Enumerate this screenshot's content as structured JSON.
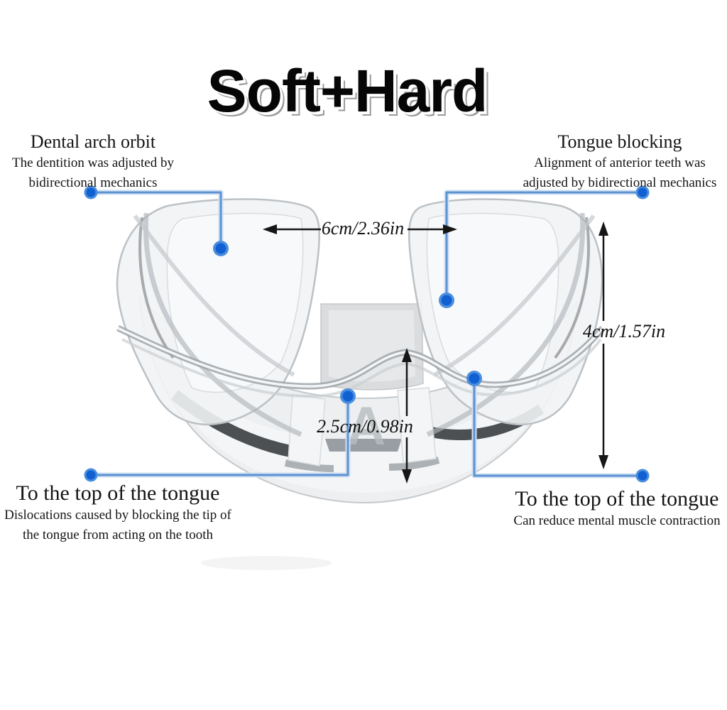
{
  "title": "Soft+Hard",
  "callouts": {
    "top_left": {
      "heading": "Dental arch orbit",
      "lines": [
        "The dentition was adjusted by",
        "bidirectional mechanics"
      ]
    },
    "top_right": {
      "heading": "Tongue blocking",
      "lines": [
        "Alignment of anterior teeth was",
        "adjusted by bidirectional mechanics"
      ]
    },
    "bottom_left": {
      "heading": "To the top of the tongue",
      "lines": [
        "Dislocations caused by blocking the tip of",
        "the tongue from acting on the tooth"
      ]
    },
    "bottom_right": {
      "heading": "To the top of the tongue",
      "lines": [
        "Can reduce mental muscle contraction"
      ]
    }
  },
  "measurements": {
    "width": "6cm/2.36in",
    "height": "4cm/1.57in",
    "depth": "2.5cm/0.98in"
  },
  "product": {
    "watermark": "A"
  },
  "colors": {
    "dot_blue": "#1160d1",
    "dot_ring": "#4a8ede",
    "connector_blue": "#5d92d2",
    "connector_halo": "#cfe0f3",
    "arrow_black": "#161616"
  }
}
